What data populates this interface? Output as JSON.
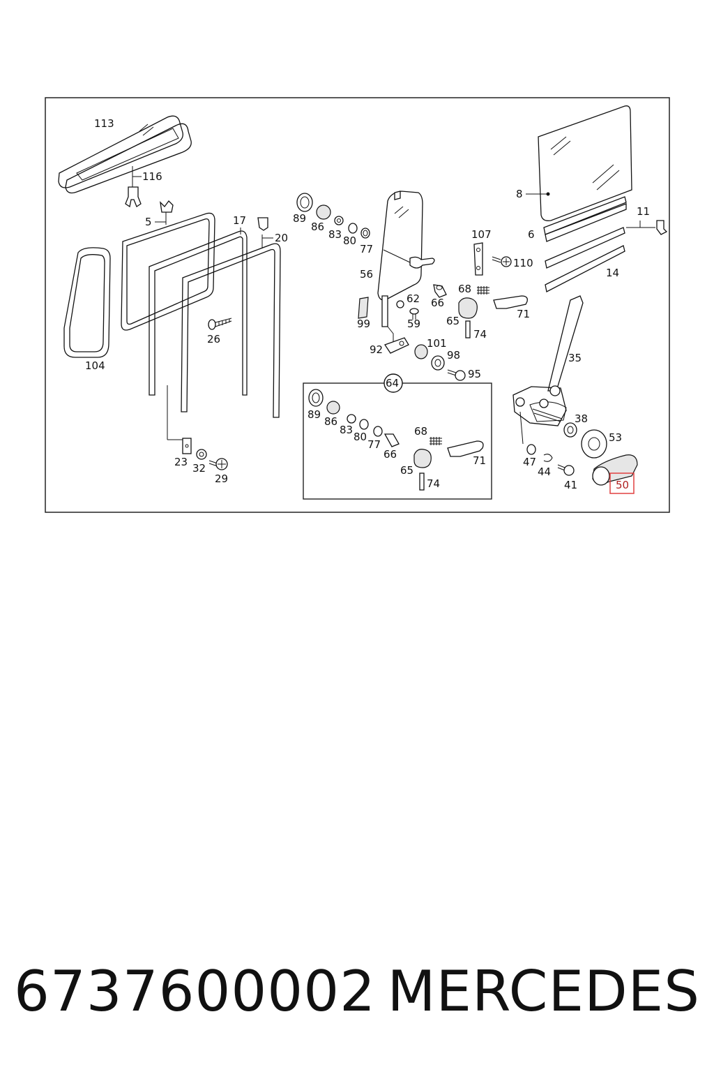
{
  "labels": {
    "l113": "113",
    "l116": "116",
    "l5": "5",
    "l17": "17",
    "l20": "20",
    "l104": "104",
    "l26": "26",
    "l23": "23",
    "l32": "32",
    "l29": "29",
    "l89": "89",
    "l86": "86",
    "l83": "83",
    "l80": "80",
    "l77": "77",
    "l56": "56",
    "l99": "99",
    "l62": "62",
    "l59": "59",
    "l66": "66",
    "l65": "65",
    "l68": "68",
    "l71": "71",
    "l74": "74",
    "l92": "92",
    "l101": "101",
    "l98": "98",
    "l95": "95",
    "l107": "107",
    "l110": "110",
    "l8": "8",
    "l6": "6",
    "l11": "11",
    "l14": "14",
    "l35": "35",
    "l38": "38",
    "l53": "53",
    "l47": "47",
    "l44": "44",
    "l41": "41",
    "l50": "50",
    "l64": "64",
    "i89": "89",
    "i86": "86",
    "i83": "83",
    "i80": "80",
    "i77": "77",
    "i66": "66",
    "i68": "68",
    "i65": "65",
    "i71": "71",
    "i74": "74"
  },
  "footer": {
    "part_number": "6737600002",
    "brand": "MERCEDES"
  },
  "colors": {
    "highlight": "#e04040"
  }
}
